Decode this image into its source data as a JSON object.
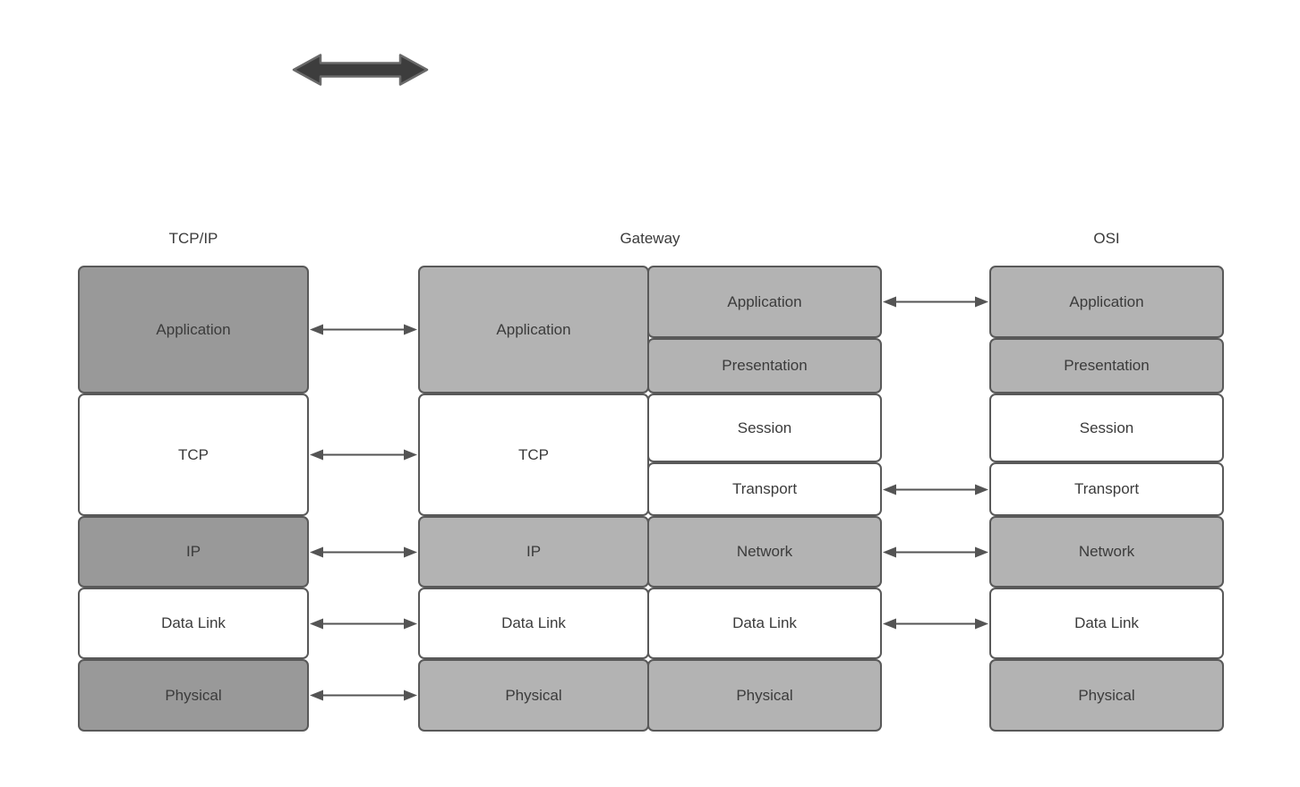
{
  "diagram": {
    "headers": {
      "tcpip": "TCP/IP",
      "gateway": "Gateway",
      "osi": "OSI"
    },
    "decoration": {
      "top_arrow": "thick-horizontal-double-headed-arrow"
    },
    "stacks": {
      "tcpip": {
        "layers": [
          {
            "label": "Application",
            "fill": "#999999"
          },
          {
            "label": "TCP",
            "fill": "#ffffff"
          },
          {
            "label": "IP",
            "fill": "#999999"
          },
          {
            "label": "Data Link",
            "fill": "#ffffff"
          },
          {
            "label": "Physical",
            "fill": "#999999"
          }
        ]
      },
      "gateway_left": {
        "layers": [
          {
            "label": "Application",
            "fill": "#b3b3b3"
          },
          {
            "label": "TCP",
            "fill": "#ffffff"
          },
          {
            "label": "IP",
            "fill": "#b3b3b3"
          },
          {
            "label": "Data Link",
            "fill": "#ffffff"
          },
          {
            "label": "Physical",
            "fill": "#b3b3b3"
          }
        ]
      },
      "gateway_right": {
        "layers": [
          {
            "label": "Application",
            "fill": "#b3b3b3"
          },
          {
            "label": "Presentation",
            "fill": "#b3b3b3"
          },
          {
            "label": "Session",
            "fill": "#ffffff"
          },
          {
            "label": "Transport",
            "fill": "#ffffff"
          },
          {
            "label": "Network",
            "fill": "#b3b3b3"
          },
          {
            "label": "Data Link",
            "fill": "#ffffff"
          },
          {
            "label": "Physical",
            "fill": "#b3b3b3"
          }
        ]
      },
      "osi": {
        "layers": [
          {
            "label": "Application",
            "fill": "#b3b3b3"
          },
          {
            "label": "Presentation",
            "fill": "#b3b3b3"
          },
          {
            "label": "Session",
            "fill": "#ffffff"
          },
          {
            "label": "Transport",
            "fill": "#ffffff"
          },
          {
            "label": "Network",
            "fill": "#b3b3b3"
          },
          {
            "label": "Data Link",
            "fill": "#ffffff"
          },
          {
            "label": "Physical",
            "fill": "#b3b3b3"
          }
        ]
      }
    },
    "links": {
      "tcpip_to_gateway": [
        "Application",
        "TCP",
        "IP",
        "Data Link",
        "Physical"
      ],
      "gateway_to_osi": [
        "Application",
        "Transport",
        "Network",
        "Data Link"
      ]
    },
    "colors": {
      "background": "#ffffff",
      "box_border": "#595959",
      "box_fill_dark_gray": "#999999",
      "box_fill_light_gray": "#b3b3b3",
      "box_fill_white": "#ffffff",
      "text": "#3b3b3b",
      "connector": "#545454",
      "top_arrow_fill": "#3d3d3d",
      "top_arrow_stroke": "#6a6a6a"
    }
  }
}
